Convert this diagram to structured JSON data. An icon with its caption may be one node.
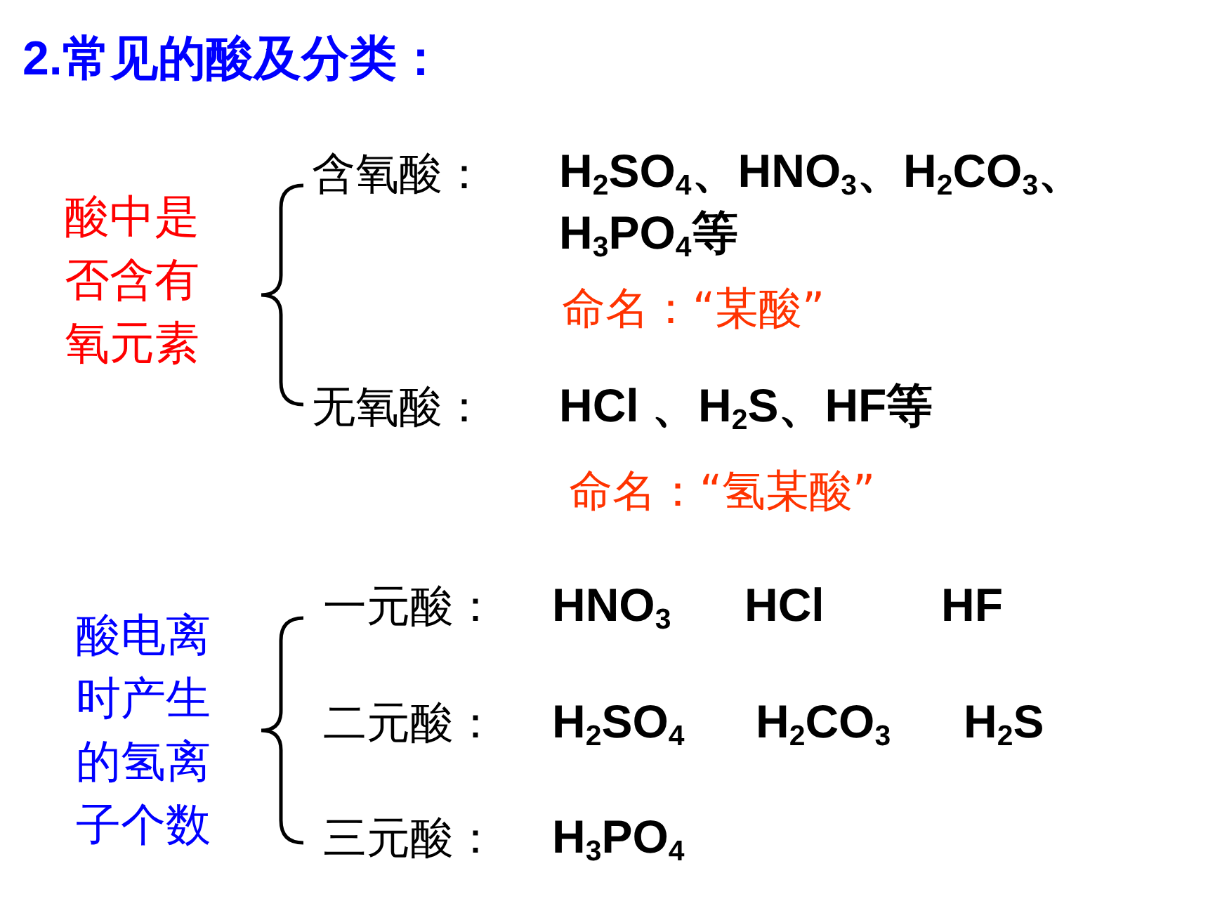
{
  "diagram": {
    "title": "2.常见的酸及分类：",
    "labels": [
      "酸中是否含有氧元素",
      "含氧酸：",
      "H$_{2}$SO$_{4}$、HNO$_{3}$、H$_{2}$CO$_{3}$、H$_{3}$PO$_{4}$等",
      "命名：“某酸”",
      "无氧酸：",
      "HCl 、H$_{2}$S、HF等",
      "命名：“氢某酸”",
      "酸电离时产生的氢离子个数",
      "一元酸：",
      "HNO$_{3}$",
      "HCl",
      "HF",
      "二元酸：",
      "H$_{2}$SO$_{4}$",
      "H$_{2}$CO$_{3}$",
      "H$_{2}$S",
      "三元酸：",
      "H$_{3}$PO$_{4}$"
    ]
  }
}
